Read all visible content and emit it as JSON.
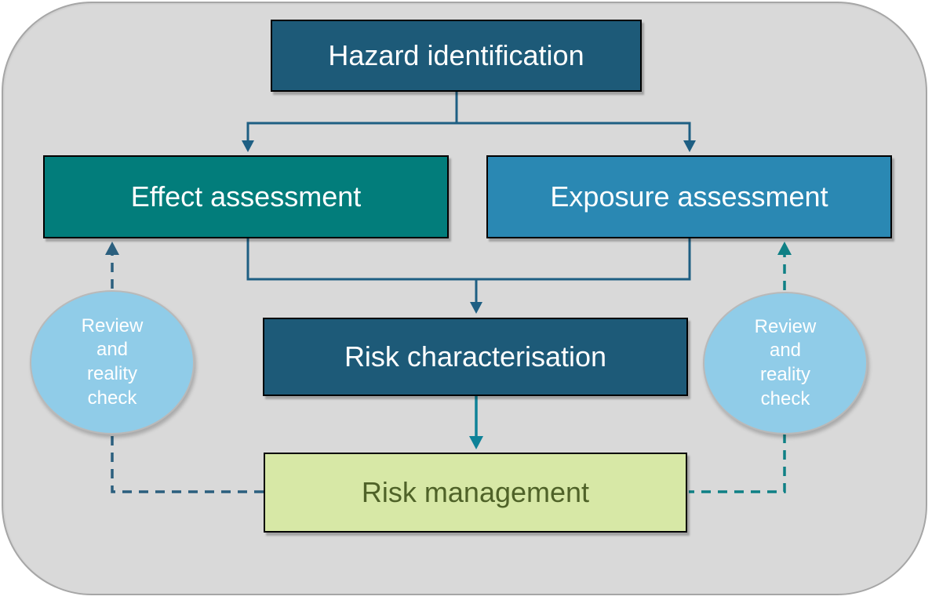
{
  "diagram": {
    "type": "flowchart",
    "background_color": "#d9d9d9",
    "background_border_color": "#a6a6a6",
    "nodes": {
      "hazard_identification": {
        "label": "Hazard identification",
        "shape": "rectangle",
        "fill": "#1d5a78",
        "text_color": "#ffffff"
      },
      "effect_assessment": {
        "label": "Effect assessment",
        "shape": "rectangle",
        "fill": "#027d7b",
        "text_color": "#ffffff"
      },
      "exposure_assessment": {
        "label": "Exposure assessment",
        "shape": "rectangle",
        "fill": "#2a88b3",
        "text_color": "#ffffff"
      },
      "risk_characterisation": {
        "label": "Risk characterisation",
        "shape": "rectangle",
        "fill": "#1d5a78",
        "text_color": "#ffffff"
      },
      "risk_management": {
        "label": "Risk management",
        "shape": "rectangle",
        "fill": "#d7e8a6",
        "text_color": "#4f6228"
      },
      "review_left": {
        "lines": [
          "Review",
          "and",
          "reality",
          "check"
        ],
        "shape": "ellipse",
        "fill": "#90cce8",
        "text_color": "#ffffff"
      },
      "review_right": {
        "lines": [
          "Review",
          "and",
          "reality",
          "check"
        ],
        "shape": "ellipse",
        "fill": "#90cce8",
        "text_color": "#ffffff"
      }
    },
    "edges": [
      {
        "from": "hazard_identification",
        "to": "effect_assessment",
        "style": "solid",
        "arrow": true,
        "color": "#1e5f83"
      },
      {
        "from": "hazard_identification",
        "to": "exposure_assessment",
        "style": "solid",
        "arrow": true,
        "color": "#1e5f83"
      },
      {
        "from": "effect_assessment",
        "to": "risk_characterisation",
        "style": "solid",
        "arrow": true,
        "color": "#1e5f83"
      },
      {
        "from": "exposure_assessment",
        "to": "risk_characterisation",
        "style": "solid",
        "arrow": true,
        "color": "#1e5f83"
      },
      {
        "from": "risk_characterisation",
        "to": "risk_management",
        "style": "solid",
        "arrow": true,
        "color": "#0e8298"
      },
      {
        "from": "review_left",
        "to": "effect_assessment",
        "style": "dashed",
        "arrow": true,
        "color": "#2b5f7e"
      },
      {
        "from": "review_left",
        "to": "risk_management",
        "style": "dashed",
        "arrow": false,
        "color": "#2b5f7e"
      },
      {
        "from": "review_right",
        "to": "exposure_assessment",
        "style": "dashed",
        "arrow": true,
        "color": "#0f8085"
      },
      {
        "from": "review_right",
        "to": "risk_management",
        "style": "dashed",
        "arrow": false,
        "color": "#0f8085"
      }
    ]
  }
}
